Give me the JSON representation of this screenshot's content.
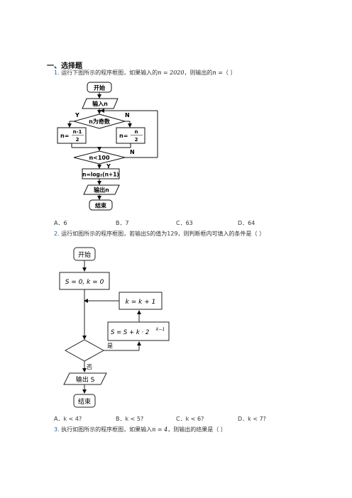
{
  "section_title": "一、选择题",
  "q1": {
    "num": "1.",
    "text_a": "运行下图所示的程序框图，如果输入的",
    "math_a": "n = 2020",
    "text_b": "，则输出的",
    "math_b": "n =",
    "text_c": "（    ）",
    "flow": {
      "start": "开始",
      "input": "输入n",
      "cond1": "n为奇数",
      "y1": "Y",
      "n1": "N",
      "left_num": "n-1",
      "left_den": "2",
      "left_lhs": "n=",
      "right_num": "n",
      "right_den": "2",
      "right_lhs": "n=",
      "cond2": "n<100",
      "y2": "Y",
      "n2": "N",
      "assign": "n=log₂(n+1)",
      "output": "输出n",
      "end": "结束"
    },
    "options": [
      "A．6",
      "B．7",
      "C．63",
      "D．64"
    ]
  },
  "q2": {
    "num": "2.",
    "text": "运行如图所示的程序框图，若输出S的值为129，则判断框内可填入的条件是（    ）",
    "flow": {
      "start": "开始",
      "init": "S = 0, k = 0",
      "inc": "k = k + 1",
      "update": "S = S + k · 2",
      "update_exp": "k−1",
      "yes": "是",
      "no": "否",
      "output": "输出 S",
      "end": "结束"
    },
    "options": [
      "A．k < 4?",
      "B．k < 5?",
      "C．k < 6?",
      "D．k < 7?"
    ]
  },
  "q3": {
    "num": "3.",
    "text_a": "执行如图所示的程序框图，如果输入",
    "math": "n = 4",
    "text_b": "，则输出的结果是（    ）"
  }
}
